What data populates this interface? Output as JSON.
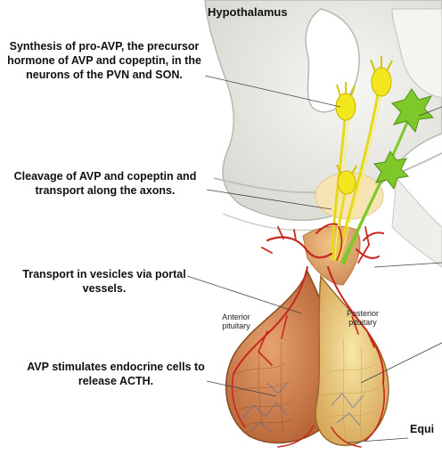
{
  "title": "Hypothalamus",
  "labels": {
    "synthesis": "Synthesis of pro-AVP, the precursor hormone of AVP and copeptin, in the neurons of the PVN and SON.",
    "cleavage": "Cleavage of AVP and copeptin and transport along the axons.",
    "transport": "Transport in vesicles via portal vessels.",
    "stimulates": "AVP stimulates endocrine cells to release ACTH.",
    "anterior": "Anterior pituitary",
    "posterior": "Posterior pituitary",
    "cut_off_right": "Equi"
  },
  "colors": {
    "neuron_yellow": "#f2e61e",
    "neuron_green": "#7fc82a",
    "vessel_red": "#c8261e",
    "gland_orange": "#c97a4a",
    "gland_cream": "#f3d98c"
  }
}
